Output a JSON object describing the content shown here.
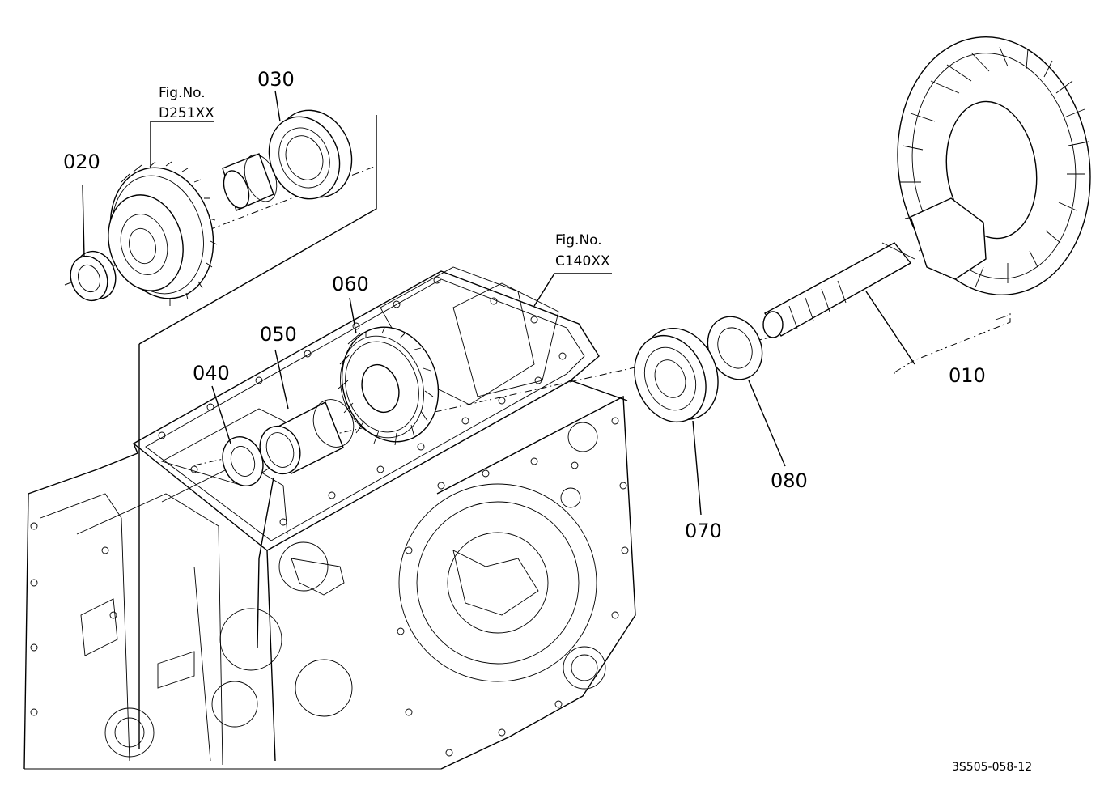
{
  "callouts": {
    "p010": "010",
    "p020": "020",
    "p030": "030",
    "p040": "040",
    "p050": "050",
    "p060": "060",
    "p070": "070",
    "p080": "080"
  },
  "fig_refs": {
    "d251": {
      "line1": "Fig.No.",
      "line2": "D251XX"
    },
    "c140": {
      "line1": "Fig.No.",
      "line2": "C140XX"
    }
  },
  "drawing_code": "3S505-058-12"
}
